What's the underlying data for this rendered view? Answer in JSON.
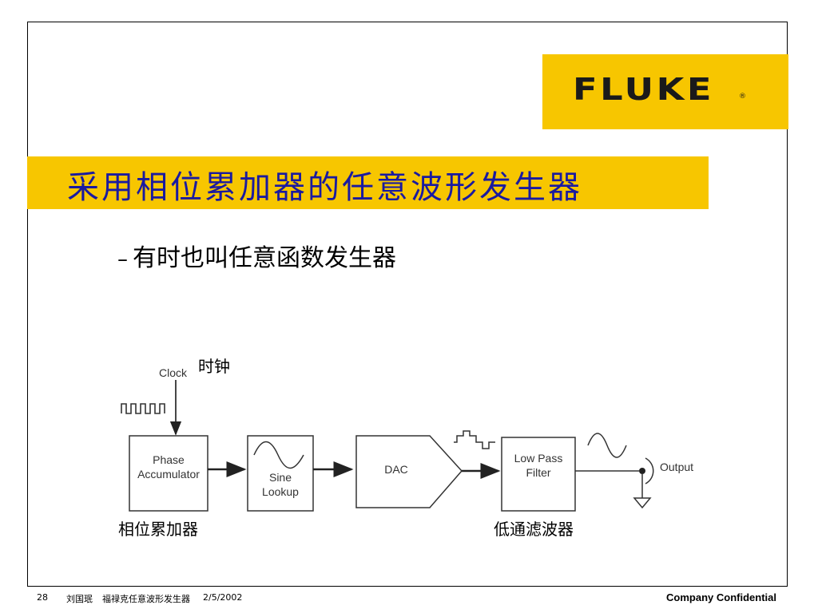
{
  "logo": {
    "text": "FLUKE",
    "registered": "®"
  },
  "title": "采用相位累加器的任意波形发生器",
  "bullet": {
    "dash": "–",
    "text": "有时也叫任意函数发生器"
  },
  "diagram": {
    "clock_label": "Clock",
    "clock_cn": "时钟",
    "phase_line1": "Phase",
    "phase_line2": "Accumulator",
    "sine_line1": "Sine",
    "sine_line2": "Lookup",
    "dac": "DAC",
    "lpf_line1": "Low Pass",
    "lpf_line2": "Filter",
    "output": "Output",
    "phase_cn": "相位累加器",
    "lpf_cn": "低通滤波器"
  },
  "footer": {
    "page": "28",
    "author": "刘国珉",
    "course": "福禄克任意波形发生器",
    "date": "2/5/2002",
    "confidential": "Company Confidential"
  },
  "colors": {
    "accent_yellow": "#f7c600",
    "title_blue": "#1a1aa0"
  }
}
